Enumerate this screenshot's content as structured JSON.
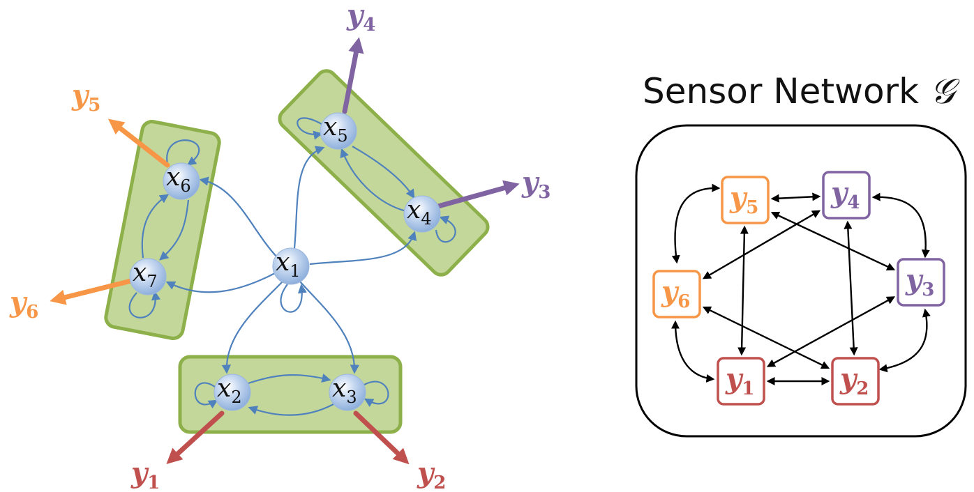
{
  "colors": {
    "cluster_fill": "#c4d79b",
    "cluster_stroke": "#8db04b",
    "edge_blue": "#4f81bd",
    "node_fill": "#c5d7f0",
    "red": "#c0504d",
    "orange": "#f79646",
    "purple": "#8064a2",
    "network_edge": "#000000"
  },
  "state_nodes": [
    {
      "id": "x1",
      "symbol": "x",
      "sub": "1"
    },
    {
      "id": "x2",
      "symbol": "x",
      "sub": "2"
    },
    {
      "id": "x3",
      "symbol": "x",
      "sub": "3"
    },
    {
      "id": "x4",
      "symbol": "x",
      "sub": "4"
    },
    {
      "id": "x5",
      "symbol": "x",
      "sub": "5"
    },
    {
      "id": "x6",
      "symbol": "x",
      "sub": "6"
    },
    {
      "id": "x7",
      "symbol": "x",
      "sub": "7"
    }
  ],
  "outputs": [
    {
      "id": "y1",
      "symbol": "y",
      "sub": "1",
      "from": "x2",
      "color": "#c0504d"
    },
    {
      "id": "y2",
      "symbol": "y",
      "sub": "2",
      "from": "x3",
      "color": "#c0504d"
    },
    {
      "id": "y3",
      "symbol": "y",
      "sub": "3",
      "from": "x4",
      "color": "#8064a2"
    },
    {
      "id": "y4",
      "symbol": "y",
      "sub": "4",
      "from": "x5",
      "color": "#8064a2"
    },
    {
      "id": "y5",
      "symbol": "y",
      "sub": "5",
      "from": "x6",
      "color": "#f79646"
    },
    {
      "id": "y6",
      "symbol": "y",
      "sub": "6",
      "from": "x7",
      "color": "#f79646"
    }
  ],
  "clusters": [
    {
      "id": "cluster-x2-x3",
      "members": [
        "x2",
        "x3"
      ]
    },
    {
      "id": "cluster-x4-x5",
      "members": [
        "x4",
        "x5"
      ]
    },
    {
      "id": "cluster-x6-x7",
      "members": [
        "x6",
        "x7"
      ]
    }
  ],
  "state_edges": [
    [
      "x1",
      "x2"
    ],
    [
      "x1",
      "x3"
    ],
    [
      "x1",
      "x4"
    ],
    [
      "x1",
      "x5"
    ],
    [
      "x1",
      "x6"
    ],
    [
      "x1",
      "x7"
    ],
    [
      "x2",
      "x3"
    ],
    [
      "x3",
      "x2"
    ],
    [
      "x4",
      "x5"
    ],
    [
      "x5",
      "x4"
    ],
    [
      "x6",
      "x7"
    ],
    [
      "x7",
      "x6"
    ],
    [
      "x1",
      "x1"
    ],
    [
      "x2",
      "x2"
    ],
    [
      "x3",
      "x3"
    ],
    [
      "x4",
      "x4"
    ],
    [
      "x5",
      "x5"
    ],
    [
      "x6",
      "x6"
    ],
    [
      "x7",
      "x7"
    ]
  ],
  "sensor_network": {
    "title_text": "Sensor Network ",
    "title_symbol": "𝒢",
    "sensors": [
      {
        "id": "s-y1",
        "symbol": "y",
        "sub": "1",
        "color": "#c0504d"
      },
      {
        "id": "s-y2",
        "symbol": "y",
        "sub": "2",
        "color": "#c0504d"
      },
      {
        "id": "s-y3",
        "symbol": "y",
        "sub": "3",
        "color": "#8064a2"
      },
      {
        "id": "s-y4",
        "symbol": "y",
        "sub": "4",
        "color": "#8064a2"
      },
      {
        "id": "s-y5",
        "symbol": "y",
        "sub": "5",
        "color": "#f79646"
      },
      {
        "id": "s-y6",
        "symbol": "y",
        "sub": "6",
        "color": "#f79646"
      }
    ],
    "links": [
      [
        "s-y1",
        "s-y2"
      ],
      [
        "s-y2",
        "s-y3"
      ],
      [
        "s-y3",
        "s-y4"
      ],
      [
        "s-y4",
        "s-y5"
      ],
      [
        "s-y5",
        "s-y6"
      ],
      [
        "s-y6",
        "s-y1"
      ],
      [
        "s-y1",
        "s-y3"
      ],
      [
        "s-y1",
        "s-y5"
      ],
      [
        "s-y2",
        "s-y4"
      ],
      [
        "s-y2",
        "s-y6"
      ],
      [
        "s-y3",
        "s-y5"
      ],
      [
        "s-y4",
        "s-y6"
      ]
    ]
  }
}
